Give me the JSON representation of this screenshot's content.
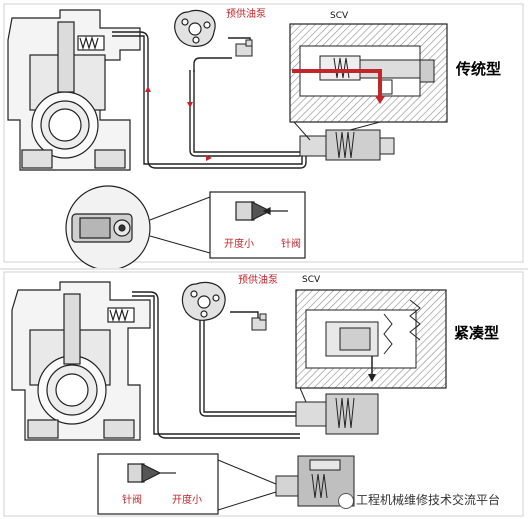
{
  "top": {
    "pump_label": "预供油泵",
    "scv_label": "SCV",
    "type_label": "传统型",
    "inset": {
      "left_label": "开度小",
      "right_label": "针阀"
    }
  },
  "bottom": {
    "pump_label": "预供油泵",
    "scv_label": "SCV",
    "type_label": "紧凑型",
    "inset": {
      "left_label": "针阀",
      "right_label": "开度小"
    }
  },
  "watermark": "工程机械维修技术交流平台",
  "colors": {
    "fuel_red": "#c0262c",
    "outline": "#222222",
    "hatch": "#888888"
  }
}
